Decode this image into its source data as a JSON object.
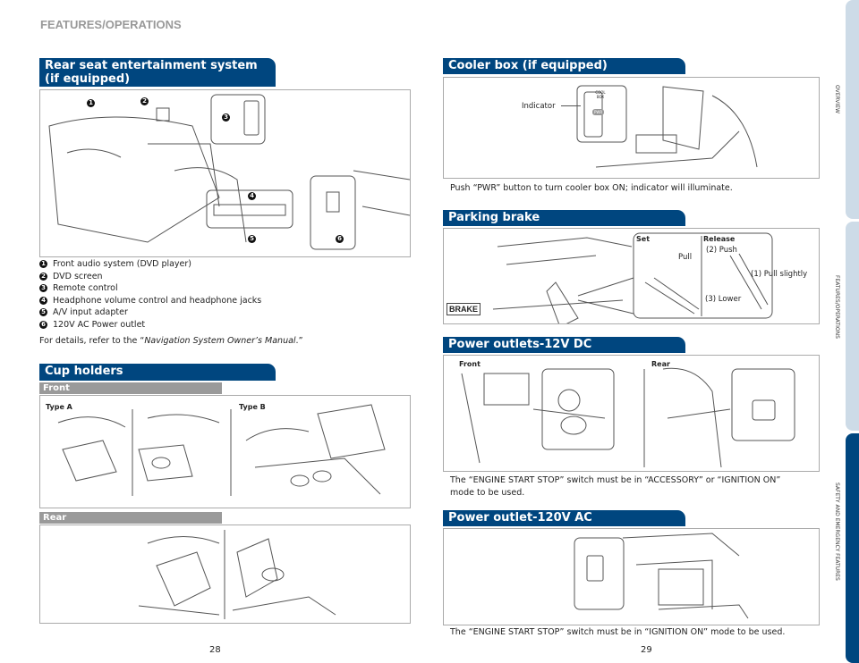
{
  "header": "FEATURES/OPERATIONS",
  "side_tabs": [
    "OVERVIEW",
    "FEATURES/OPERATIONS",
    "SAFETY AND EMERGENCY FEATURES"
  ],
  "rse": {
    "title_line1": "Rear seat entertainment system",
    "title_line2": "(if equipped)",
    "callouts": [
      "1",
      "2",
      "3",
      "4",
      "5",
      "6"
    ],
    "items": [
      "Front audio system (DVD player)",
      "DVD screen",
      "Remote control",
      "Headphone volume control and headphone jacks",
      "A/V input adapter",
      "120V AC Power outlet"
    ],
    "note_prefix": "For details, refer to the “",
    "note_italic": "Navigation System Owner’s Manual",
    ".": "",
    "note_suffix": ".”"
  },
  "cup": {
    "title": "Cup holders",
    "front": "Front",
    "type_a": "Type A",
    "type_b": "Type B",
    "rear": "Rear"
  },
  "cooler": {
    "title": "Cooler box (if equipped)",
    "indicator": "Indicator",
    "cool_box": "COOL BOX",
    "pwr": "PWR",
    "text": "Push “PWR” button to turn cooler box ON; indicator will illuminate."
  },
  "brake": {
    "title": "Parking brake",
    "badge": "BRAKE",
    "set": "Set",
    "pull": "Pull",
    "release": "Release",
    "push": "(2) Push",
    "pull_slightly": "(1) Pull slightly",
    "lower": "(3) Lower"
  },
  "dc": {
    "title": "Power outlets-12V DC",
    "front": "Front",
    "rear": "Rear",
    "text1": "The “ENGINE START STOP” switch must be in “ACCESSORY” or “IGNITION ON”",
    "text2": "mode to be used."
  },
  "ac": {
    "title": "Power outlet-120V AC",
    "text": "The “ENGINE START STOP” switch must be in “IGNITION ON” mode to be used."
  },
  "pages": {
    "left": "28",
    "right": "29"
  }
}
